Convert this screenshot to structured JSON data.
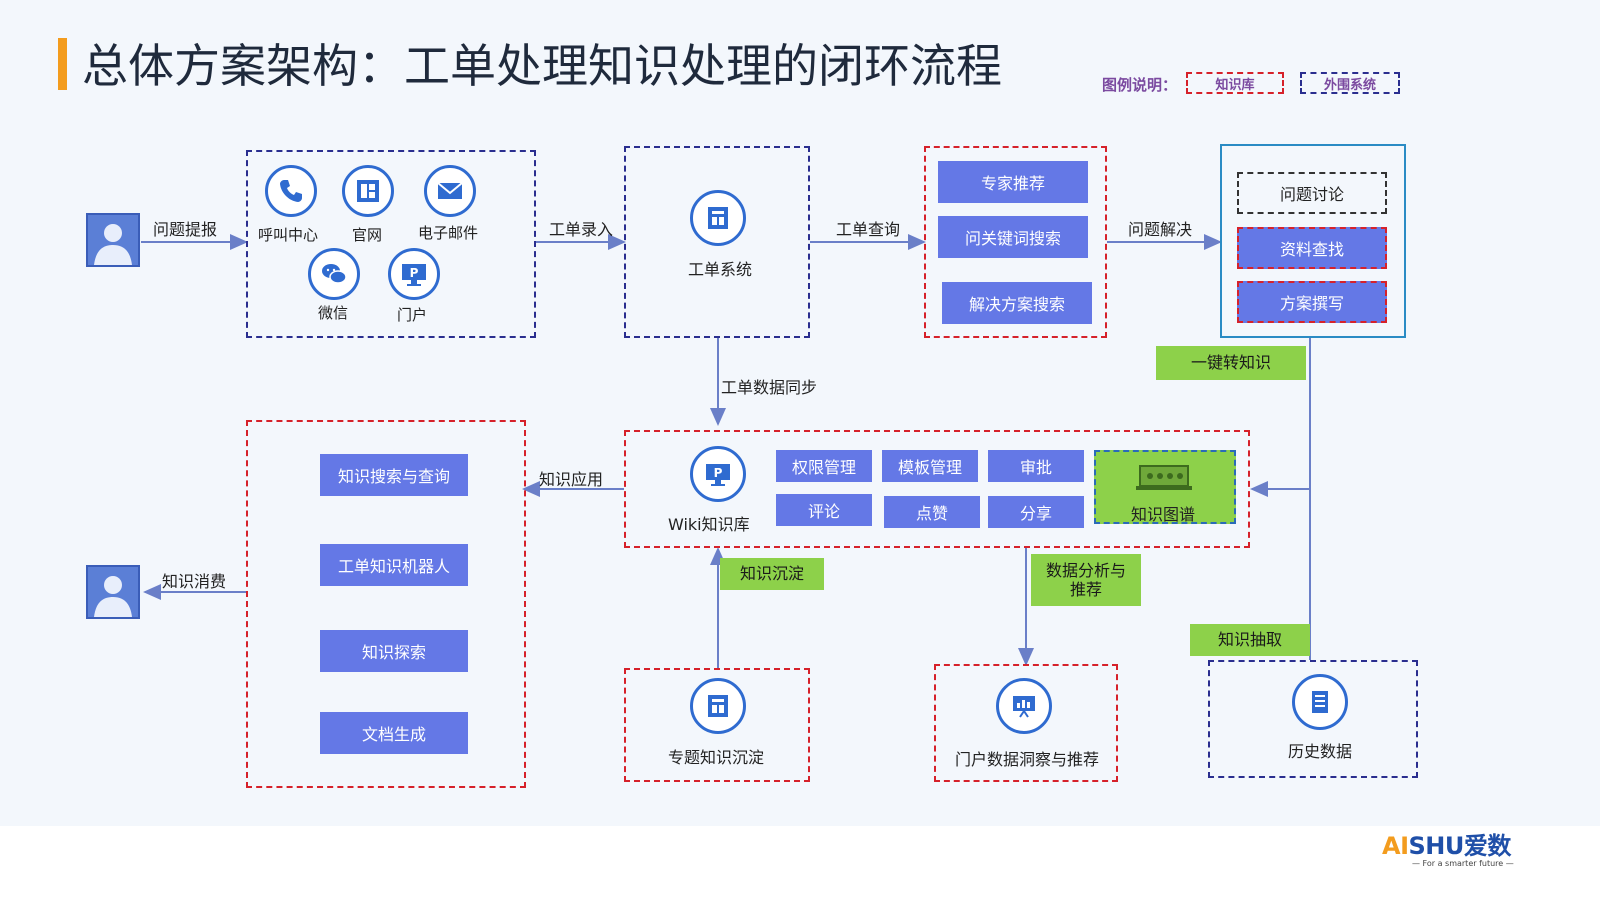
{
  "title": "总体方案架构：工单处理知识处理的闭环流程",
  "legend": {
    "label": "图例说明：",
    "knowledge": "知识库",
    "external": "外围系统"
  },
  "channels": {
    "phone": "呼叫中心",
    "web": "官网",
    "email": "电子邮件",
    "wechat": "微信",
    "portal": "门户"
  },
  "flow": {
    "report": "问题提报",
    "entry": "工单录入",
    "query": "工单查询",
    "resolve": "问题解决",
    "sync": "工单数据同步",
    "apply": "知识应用",
    "consume": "知识消费",
    "to_knowledge": "一键转知识",
    "settle": "知识沉淀",
    "analysis": "数据分析与\n推荐",
    "extract": "知识抽取"
  },
  "ticket_system": "工单系统",
  "search_box": {
    "expert": "专家推荐",
    "keyword": "问关键词搜索",
    "solution": "解决方案搜索"
  },
  "resolve_box": {
    "discuss": "问题讨论",
    "lookup": "资料查找",
    "write": "方案撰写"
  },
  "wiki": {
    "label": "Wiki知识库",
    "perm": "权限管理",
    "template": "模板管理",
    "approve": "审批",
    "comment": "评论",
    "like": "点赞",
    "share": "分享",
    "graph": "知识图谱"
  },
  "apps": {
    "search": "知识搜索与查询",
    "robot": "工单知识机器人",
    "explore": "知识探索",
    "docgen": "文档生成"
  },
  "topic": "专题知识沉淀",
  "insight": "门户数据洞察与推荐",
  "history": "历史数据",
  "logo": {
    "ai": "AI",
    "shu": "SHU",
    "cn": "爱数",
    "slogan": "— For a smarter future —"
  },
  "colors": {
    "accent": "#f39c1e",
    "btn": "#6478e6",
    "green": "#8dd14a",
    "red": "#d6212a",
    "navy": "#2a2e8f"
  }
}
